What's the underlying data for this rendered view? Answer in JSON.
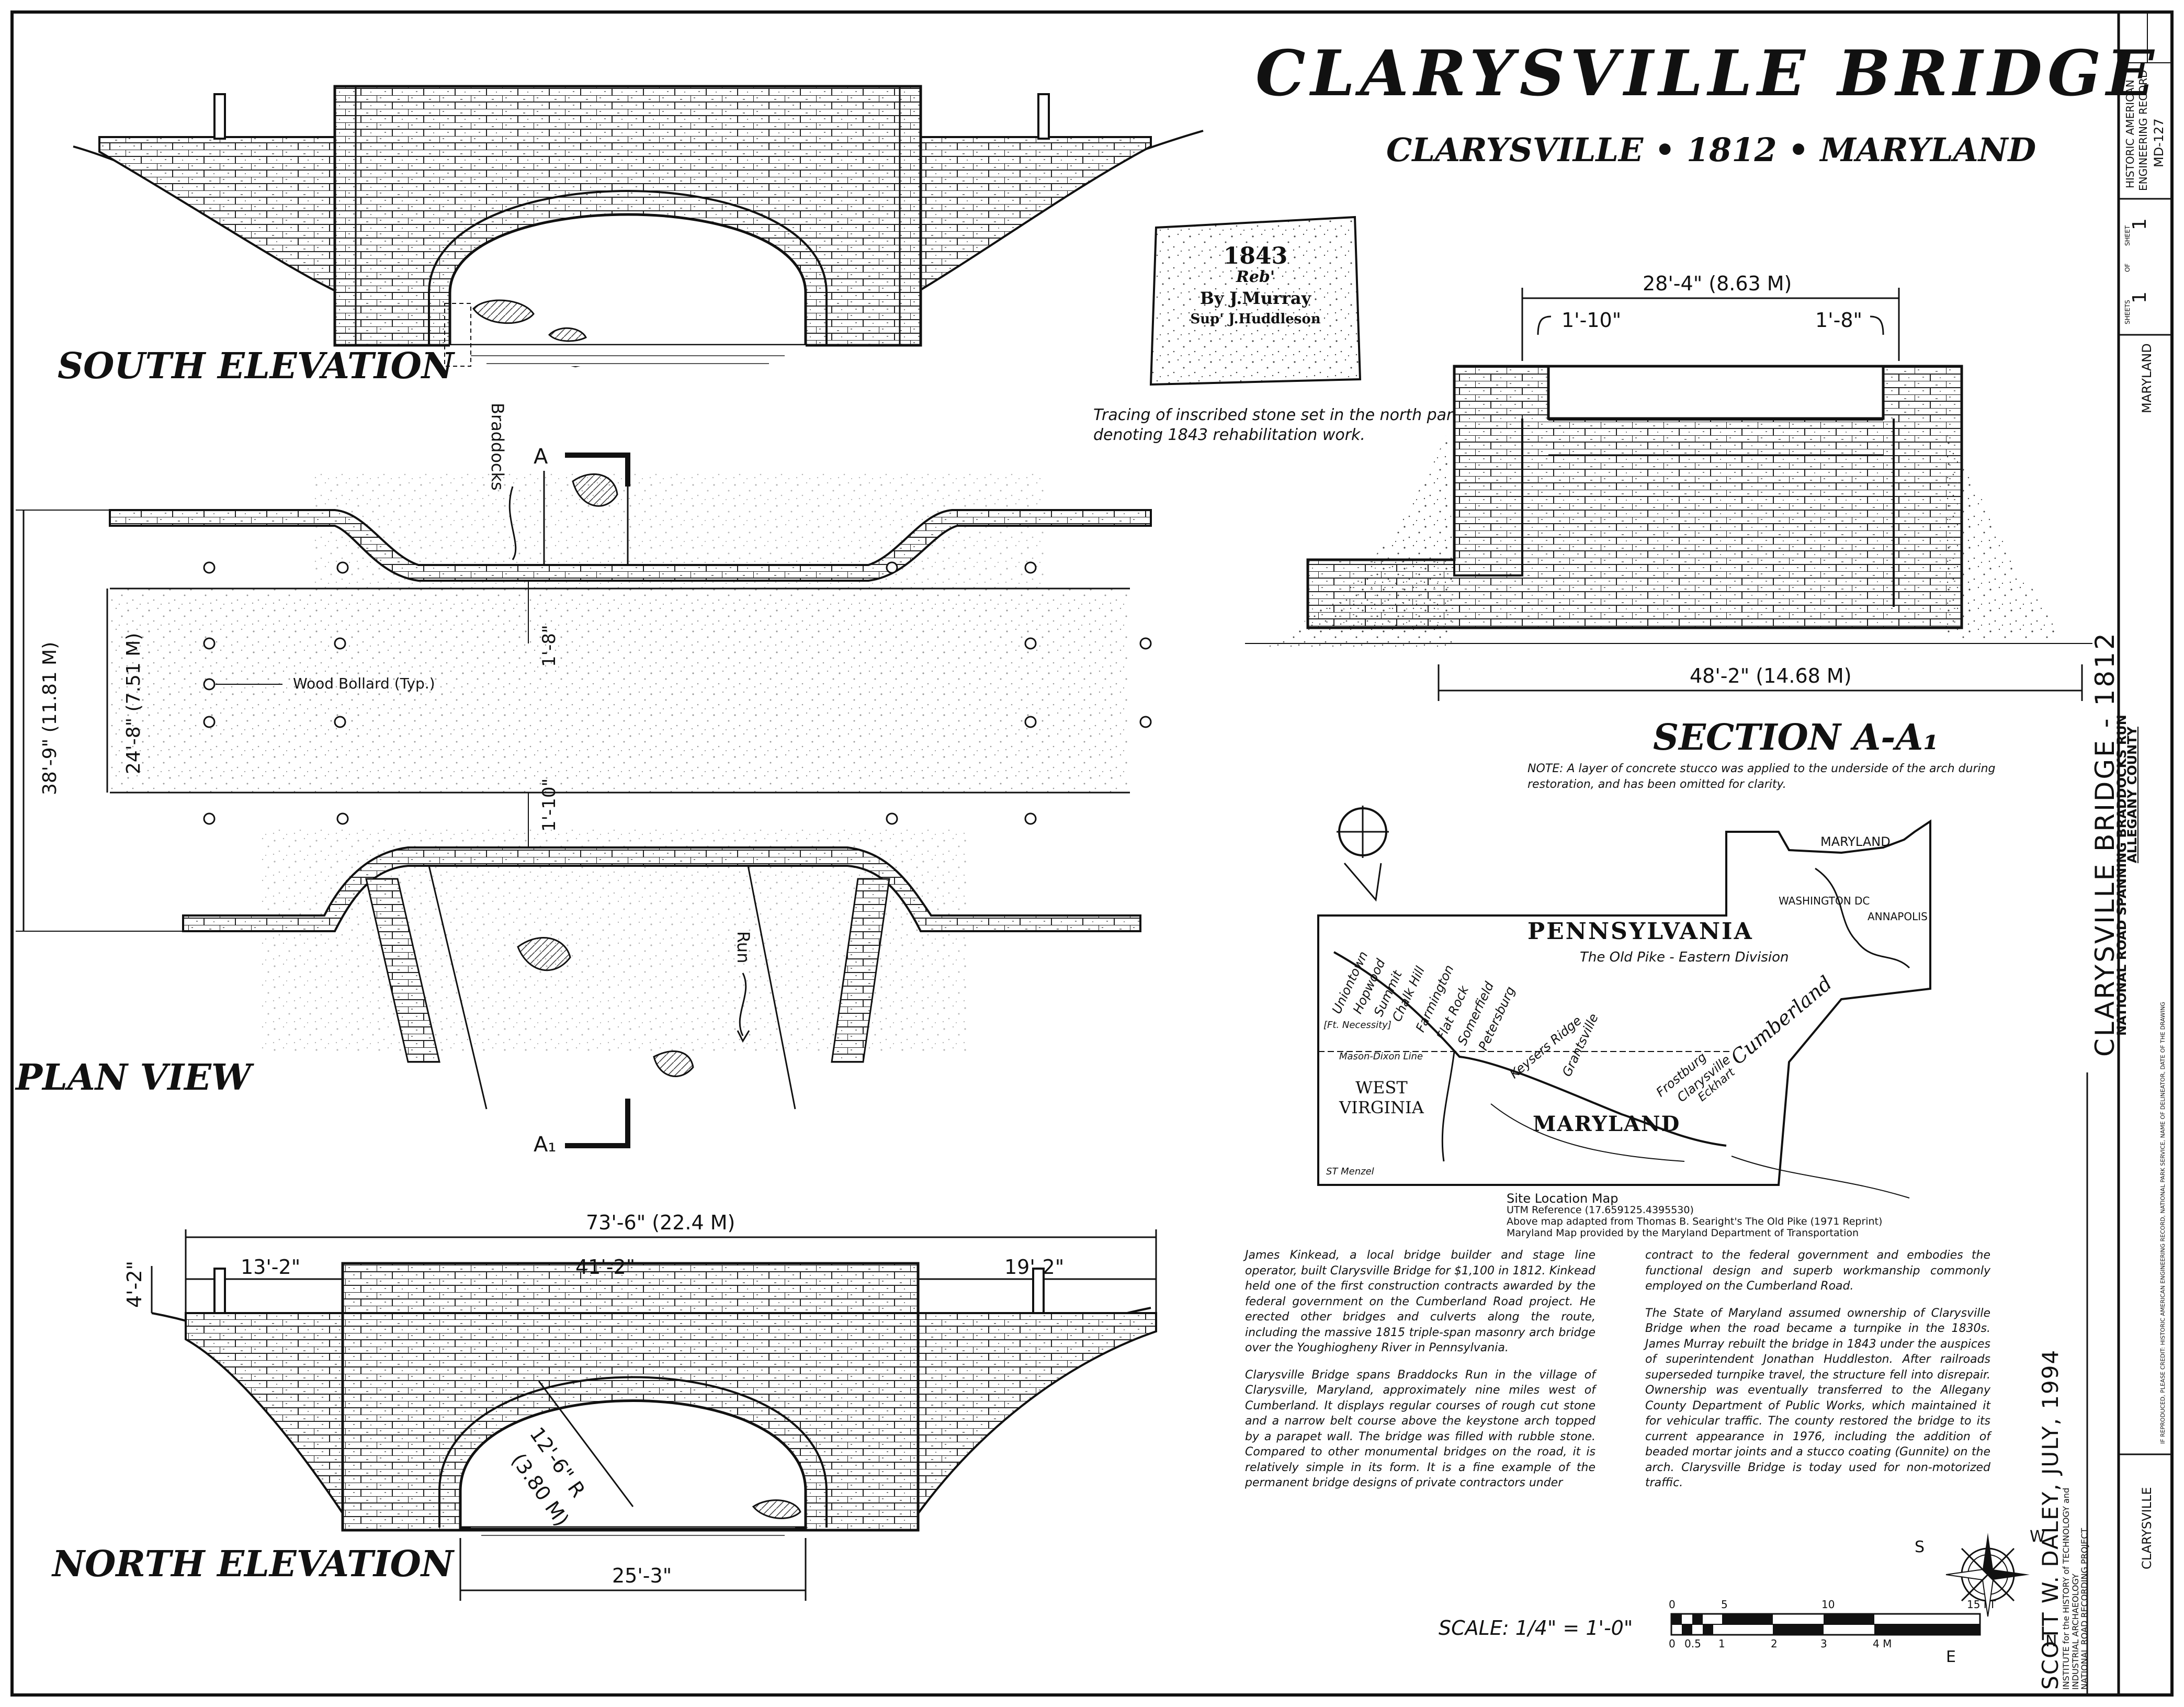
{
  "title": "CLARYSVILLE BRIDGE",
  "subtitle": "CLARYSVILLE • 1812 • MARYLAND",
  "views": {
    "south": "SOUTH ELEVATION",
    "plan": "PLAN VIEW",
    "north": "NORTH ELEVATION",
    "section": "SECTION A-A₁"
  },
  "inscription": {
    "lines": [
      "1843",
      "Reb'",
      "By J.Murray",
      "Sup' J.Huddleson"
    ],
    "caption_1": "Tracing of inscribed stone set in the north parapet wall",
    "caption_2": "denoting 1843 rehabilitation work."
  },
  "section": {
    "top_width": "28'-4\" (8.63 M)",
    "left_parapet": "1'-10\"",
    "right_parapet": "1'-8\"",
    "bottom_width": "48'-2\" (14.68 M)",
    "note_1": "NOTE: A layer of concrete stucco was applied to the underside of the arch during",
    "note_2": "restoration, and has been omitted for clarity."
  },
  "plan": {
    "section_a": "A",
    "section_a1": "A₁",
    "braddocks": "Braddocks",
    "run": "Run",
    "parapet_top": "1'-8\"",
    "parapet_bottom": "1'-10\"",
    "overall_width": "38'-9\" (11.81 M)",
    "road_width": "24'-8\" (7.51 M)",
    "bollard": "Wood Bollard (Typ.)"
  },
  "north": {
    "overall": "73'-6\" (22.4 M)",
    "left_seg": "13'-2\"",
    "mid_seg": "41'-2\"",
    "right_seg": "19'-2\"",
    "parapet_h": "4'-2\"",
    "radius_1": "12'-6\" R",
    "radius_2": "(3.80 M)",
    "span": "25'-3\""
  },
  "map": {
    "maryland_top": "MARYLAND",
    "washington": "WASHINGTON DC",
    "annapolis": "ANNAPOLIS",
    "pennsylvania": "PENNSYLVANIA",
    "old_pike": "The Old Pike - Eastern Division",
    "fort": "[Ft. Necessity]",
    "mason_dixon": "Mason-Dixon Line",
    "west_virginia_1": "WEST",
    "west_virginia_2": "VIRGINIA",
    "maryland": "MARYLAND",
    "cumberland": "Cumberland",
    "towns": [
      "Uniontown",
      "Hopwood",
      "Summit",
      "Chalk Hill",
      "Farmington",
      "Flat Rock",
      "Somerfield",
      "Petersburg",
      "Keysers Ridge",
      "Grantsville",
      "Frostburg",
      "Clarysville",
      "Eckhart"
    ],
    "signature": "ST Menzel",
    "caption_title": "Site Location Map",
    "caption_utm": "UTM Reference (17.659125.4395530)",
    "caption_adapted": "Above map adapted from Thomas B. Searight's The Old Pike (1971 Reprint)",
    "caption_provided": "Maryland Map provided by the Maryland Department of Transportation"
  },
  "text": {
    "p1": "James Kinkead, a local bridge builder and stage line operator, built Clarysville Bridge for $1,100 in 1812. Kinkead held one of the first construction contracts awarded by the federal government on the Cumberland Road project. He erected other bridges and culverts along the route, including the massive 1815 triple-span masonry arch bridge over the Youghiogheny River in Pennsylvania.",
    "p2": "Clarysville Bridge spans Braddocks Run in the village of Clarysville, Maryland, approximately nine miles west of Cumberland. It displays regular courses of rough cut stone and a narrow belt course above the keystone arch topped by a parapet wall. The bridge was filled with rubble stone. Compared to other monumental bridges on the road, it is relatively simple in its form. It is a fine example of the permanent bridge designs of private contractors under",
    "p3": "contract to the federal government and embodies the functional design and superb workmanship commonly employed on the Cumberland Road.",
    "p4": "The State of Maryland assumed ownership of Clarysville Bridge when the road became a turnpike in the 1830s. James Murray rebuilt the bridge in 1843 under the auspices of superintendent Jonathan Huddleston. After railroads superseded turnpike travel, the structure fell into disrepair. Ownership was eventually transferred to the Allegany County Department of Public Works, which maintained it for vehicular traffic. The county restored the bridge to its current appearance in 1976, including the addition of beaded mortar joints and a stucco coating (Gunnite) on the arch. Clarysville Bridge is today used for non-motorized traffic."
  },
  "scale": {
    "label": "SCALE: 1/4\" = 1'-0\"",
    "ft_ticks": [
      "0",
      "5",
      "10",
      "15 FT"
    ],
    "m_ticks": [
      "0",
      "0.5",
      "1",
      "2",
      "3",
      "4 M"
    ]
  },
  "title_block": {
    "drawn_by": "SCOTT W. DALEY, JULY, 1994",
    "inst_1": "INSTITUTE for the HISTORY of TECHNOLOGY and",
    "inst_2": "INDUSTRIAL ARCHAEOLOGY",
    "inst_3": "NATIONAL ROAD RECORDING PROJECT",
    "project_title": "CLARYSVILLE BRIDGE - 1812",
    "project_sub": "NATIONAL ROAD SPANNING BRADDOCKS RUN",
    "county": "ALLEGANY COUNTY",
    "credit": "IF REPRODUCED, PLEASE CREDIT: HISTORIC AMERICAN ENGINEERING RECORD, NATIONAL PARK SERVICE, NAME OF DELINEATOR, DATE OF THE DRAWING",
    "location": "CLARYSVILLE",
    "state": "MARYLAND",
    "haer_1": "HISTORIC AMERICAN",
    "haer_2": "ENGINEERING RECORD",
    "haer_no": "MD-127",
    "sheet_label": "SHEET",
    "sheet_no": "1",
    "of_label": "OF",
    "sheets_no": "1",
    "sheets_label": "SHEETS"
  },
  "compass": {
    "n": "N",
    "s": "S",
    "e": "E",
    "w": "W"
  }
}
